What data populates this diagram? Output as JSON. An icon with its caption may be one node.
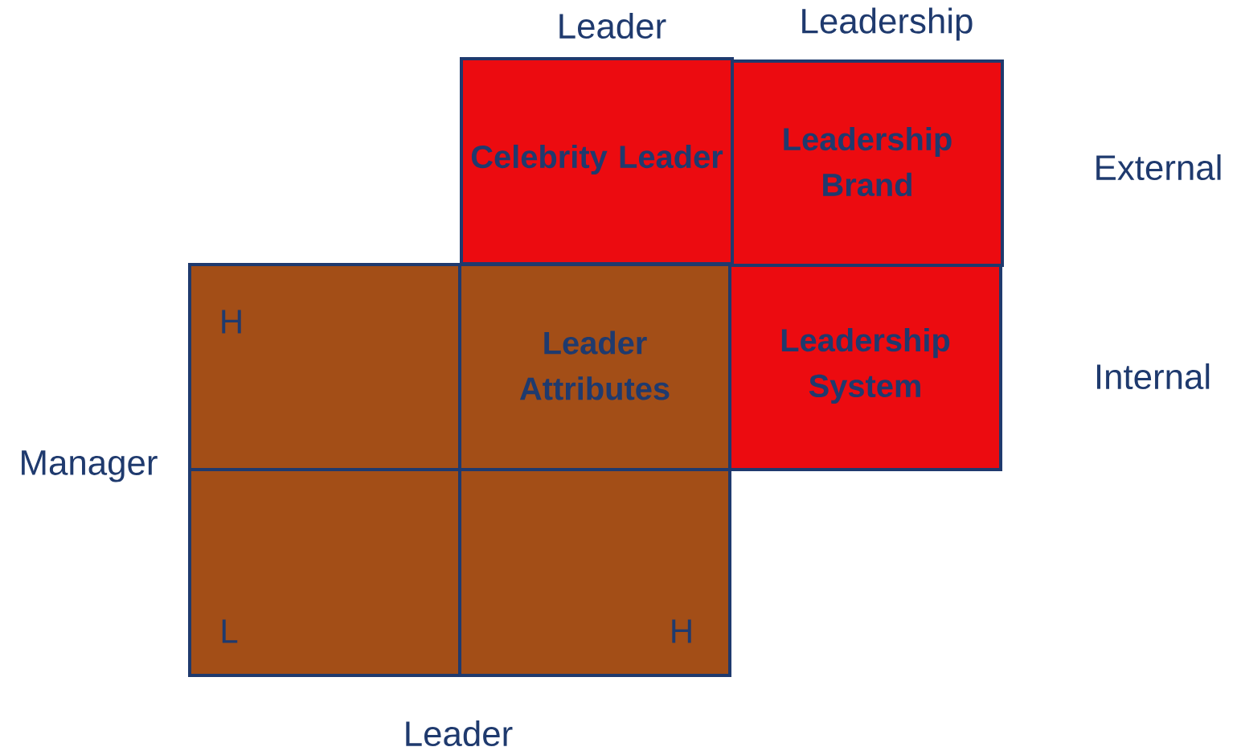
{
  "diagram": {
    "nodes": [
      {
        "text": [
          "Celebrity Leader"
        ]
      },
      {
        "text": [
          "Leadership Brand"
        ]
      },
      {
        "text": [
          "H"
        ]
      },
      {
        "text": [
          "Leader Attributes"
        ]
      },
      {
        "text": [
          "Leadership System"
        ]
      },
      {
        "text": [
          "L"
        ]
      },
      {
        "text": [
          "H"
        ]
      }
    ],
    "edges": [],
    "labels": [
      "Leader",
      "Leadership",
      "External",
      "Internal",
      "Manager",
      "Leader"
    ]
  }
}
